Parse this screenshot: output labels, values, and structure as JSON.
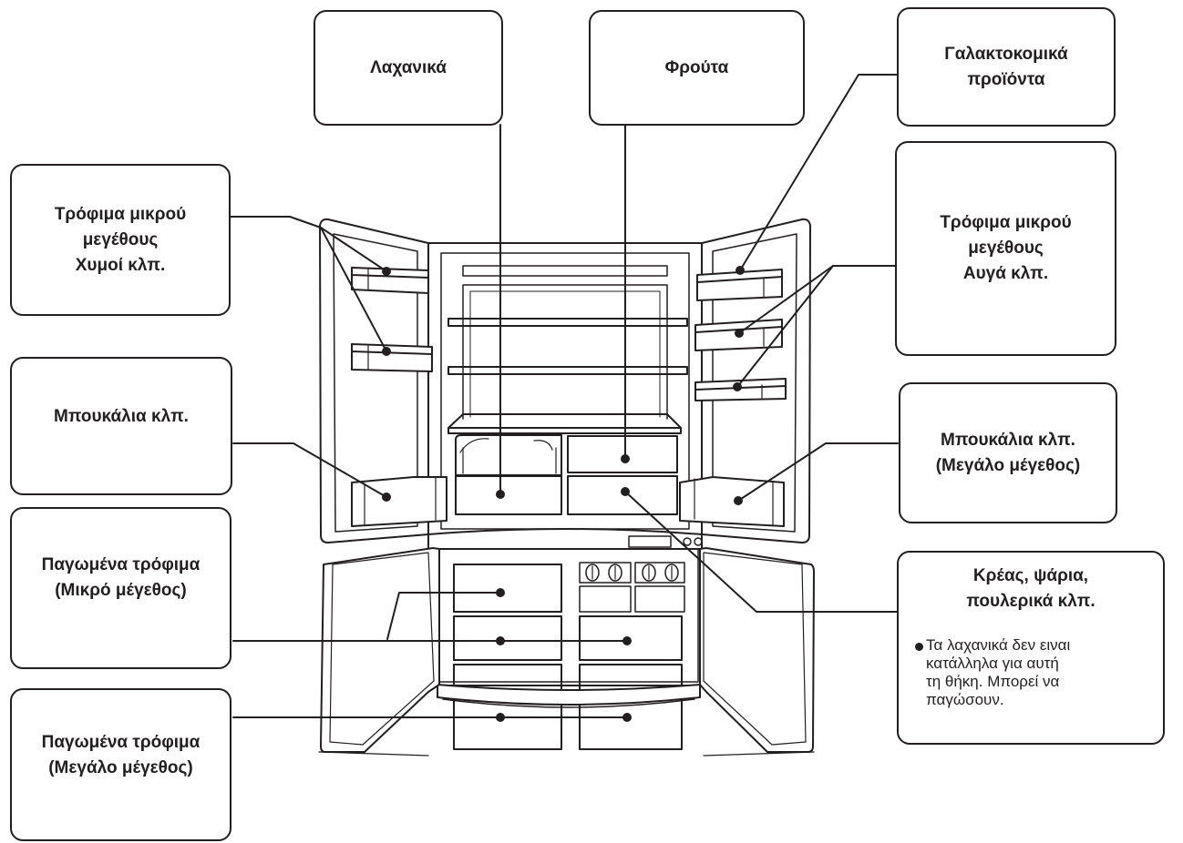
{
  "labels": {
    "vegetables": "Λαχανικά",
    "fruits": "Φρούτα",
    "dairy": [
      "Γαλακτοκομικά",
      "προϊόντα"
    ],
    "small_food_left": [
      "Τρόφιμα μικρού",
      "μεγέθους",
      "Χυμοί κλπ."
    ],
    "small_food_right": [
      "Τρόφιμα μικρού",
      "μεγέθους",
      "Αυγά κλπ."
    ],
    "bottles_left": "Μπουκάλια κλπ.",
    "bottles_right": [
      "Μπουκάλια κλπ.",
      "(Μεγάλο μέγεθος)"
    ],
    "frozen_small": [
      "Παγωμένα τρόφιμα",
      "(Μικρό μέγεθος)"
    ],
    "frozen_large": [
      "Παγωμένα τρόφιμα",
      "(Μεγάλο μέγεθος)"
    ],
    "meat": [
      "Κρέας, ψάρια,",
      "πουλερικά κλπ."
    ],
    "meat_note": [
      "Τα λαχανικά δεν ειναι",
      "κατάλληλα για αυτή",
      "τη θήκη. Μπορεί να",
      "παγώσουν."
    ]
  },
  "colors": {
    "line": "#231f20",
    "fill": "#ffffff"
  }
}
